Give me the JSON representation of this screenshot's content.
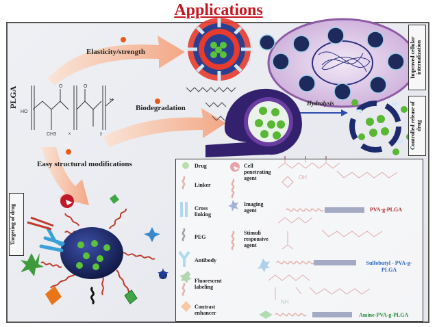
{
  "title": "Applications",
  "labels": {
    "plga": "PLGA",
    "elasticity": "Elasticity/strength",
    "biodegradation": "Biodegradation",
    "hydrolysis": "Hydrolysis",
    "easy_mod": "Easy structural modifications",
    "improved": "Improved cellular internalization",
    "controlled": "Controlled release of drug",
    "targeting": "Targeting of drug"
  },
  "legend": [
    {
      "key": "drug",
      "label": "Drug"
    },
    {
      "key": "linker",
      "label": "Linker"
    },
    {
      "key": "cross",
      "label": "Cross linking"
    },
    {
      "key": "peg",
      "label": "PEG"
    },
    {
      "key": "antibody",
      "label": "Antibody"
    },
    {
      "key": "fluor",
      "label": "Fluorescent labeling"
    },
    {
      "key": "contrast",
      "label": "Contrast enhancer"
    },
    {
      "key": "cell",
      "label": "Cell penetrating agent"
    },
    {
      "key": "imaging",
      "label": "Imaging agent"
    },
    {
      "key": "stimuli",
      "label": "Stimuli responsive agent"
    }
  ],
  "chem": {
    "pva_g_plga": "PVA-g-PLGA",
    "sulfobutyl": "Sulfobutyl - PVA-g-PLGA",
    "amine": "Amine-PVA-g-PLGA"
  },
  "colors": {
    "title": "#c8141e",
    "arrow": "#f4a582",
    "drug": "#4caf32",
    "np": "#1d2a6b"
  }
}
